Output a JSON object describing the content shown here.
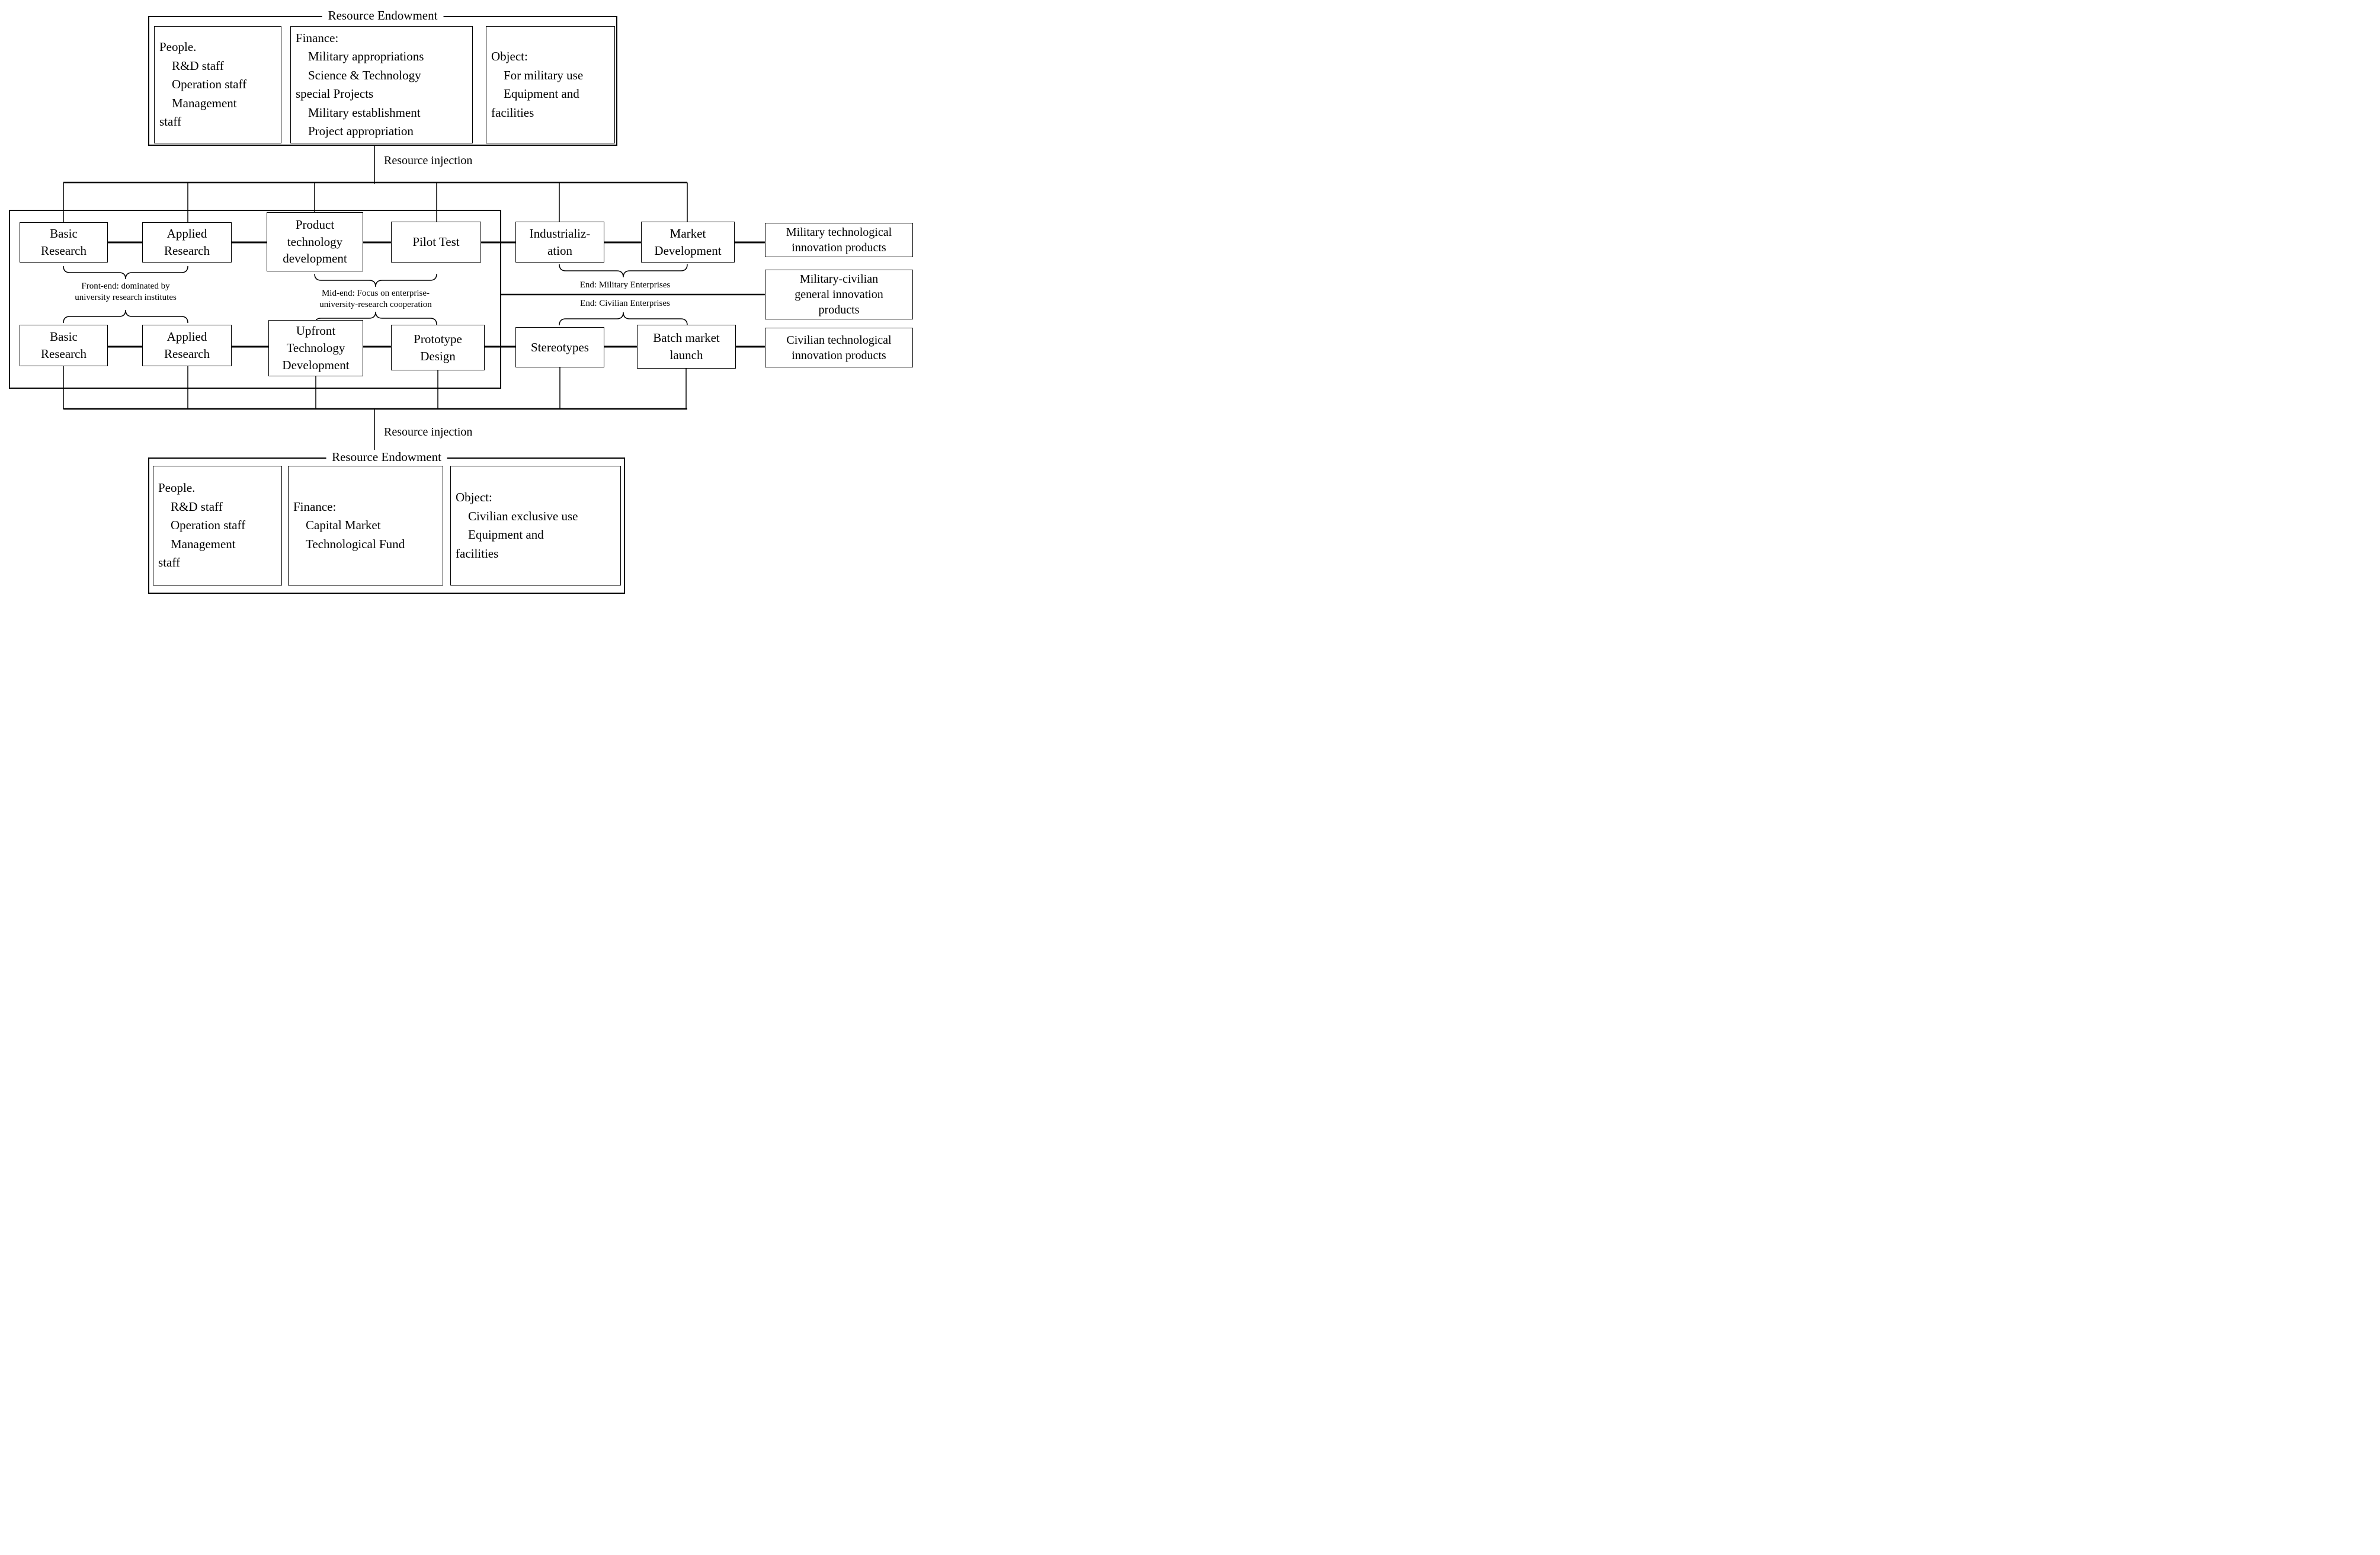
{
  "top_endowment": {
    "title": "Resource Endowment",
    "people": "People.\n    R&D staff\n    Operation staff\n    Management\nstaff",
    "finance": "Finance:\n    Military appropriations\n    Science & Technology\nspecial Projects\n    Military establishment\n    Project appropriation",
    "object": "Object:\n    For military use\n    Equipment and\nfacilities"
  },
  "resource_injection_top": "Resource injection",
  "military_chain": {
    "basic": "Basic\nResearch",
    "applied": "Applied\nResearch",
    "product": "Product\ntechnology\ndevelopment",
    "pilot": "Pilot Test",
    "industrialization": "Industrializ-\nation",
    "market": "Market\nDevelopment",
    "output": "Military technological\ninnovation products"
  },
  "middle_output": "Military-civilian\ngeneral innovation\nproducts",
  "civilian_chain": {
    "basic": "Basic\nResearch",
    "applied": "Applied\nResearch",
    "upfront": "Upfront\nTechnology\nDevelopment",
    "prototype": "Prototype\nDesign",
    "stereotypes": "Stereotypes",
    "batch": "Batch market\nlaunch",
    "output": "Civilian technological\ninnovation products"
  },
  "labels": {
    "front_end": "Front-end: dominated by\nuniversity research institutes",
    "mid_end": "Mid-end: Focus on enterprise-\nuniversity-research cooperation",
    "end_military": "End: Military Enterprises",
    "end_civilian": "End: Civilian Enterprises"
  },
  "resource_injection_bottom": "Resource injection",
  "bottom_endowment": {
    "title": "Resource Endowment",
    "people": "People.\n    R&D staff\n    Operation staff\n    Management\nstaff",
    "finance": "Finance:\n    Capital Market\n    Technological Fund",
    "object": "Object:\n    Civilian exclusive use\n    Equipment and\nfacilities"
  }
}
